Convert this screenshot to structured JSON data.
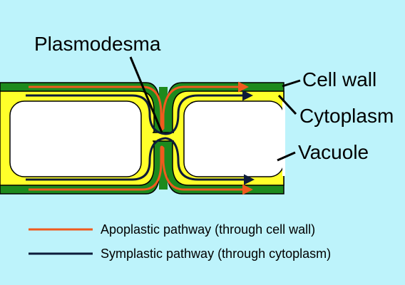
{
  "labels": {
    "plasmodesma": "Plasmodesma",
    "cell_wall": "Cell wall",
    "cytoplasm": "Cytoplasm",
    "vacuole": "Vacuole"
  },
  "legend": [
    {
      "label": "Apoplastic pathway (through cell wall)",
      "color": "#f05a1e"
    },
    {
      "label": "Symplastic pathway (through cytoplasm)",
      "color": "#0d1b3a"
    }
  ],
  "colors": {
    "background": "#bdf3fb",
    "cell_wall": "#1d8a1d",
    "cytoplasm": "#ffff2a",
    "vacuole": "#ffffff",
    "outline": "#000000"
  }
}
